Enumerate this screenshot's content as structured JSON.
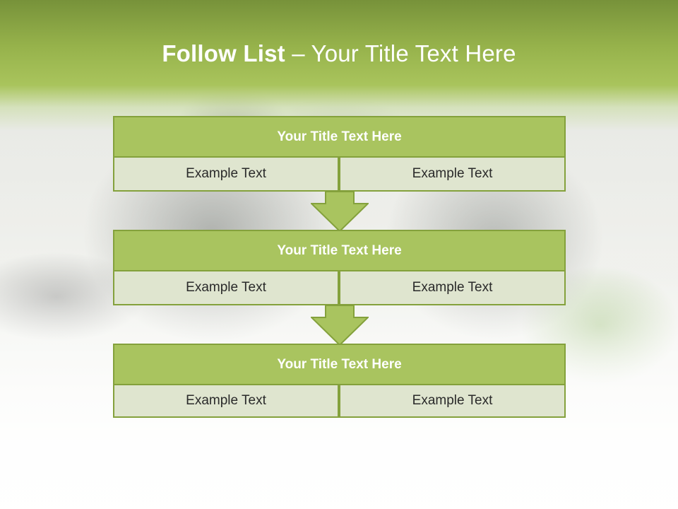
{
  "slide": {
    "title_bold": "Follow List",
    "title_rest": " – Your Title Text Here",
    "accent_color": "#a9c45f",
    "border_color": "#84a13c",
    "cell_color": "#dfe5cf"
  },
  "blocks": [
    {
      "title": "Your Title Text Here",
      "left": "Example Text",
      "right": "Example Text"
    },
    {
      "title": "Your Title Text Here",
      "left": "Example Text",
      "right": "Example Text"
    },
    {
      "title": "Your Title Text Here",
      "left": "Example Text",
      "right": "Example Text"
    }
  ]
}
